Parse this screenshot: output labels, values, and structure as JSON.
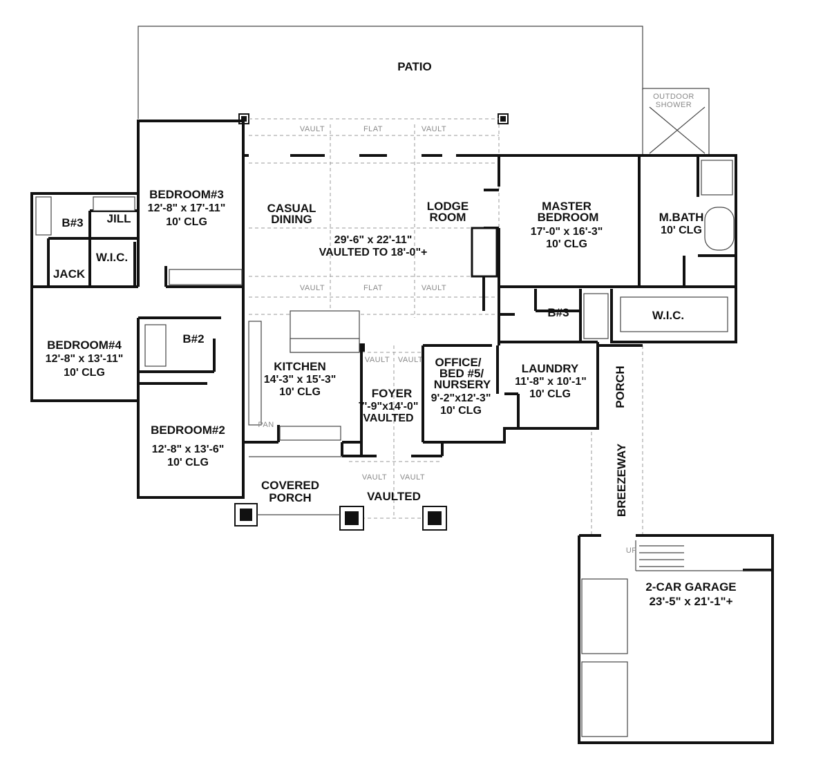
{
  "rooms": {
    "patio": "PATIO",
    "outdoor_shower": [
      "OUTDOOR",
      "SHOWER"
    ],
    "bedroom3": [
      "BEDROOM#3",
      "12'-8\" x 17'-11\"",
      "10' CLG"
    ],
    "bath3_left": "B#3",
    "jill": "JILL",
    "jack": "JACK",
    "wic_left": "W.I.C.",
    "casual_dining": [
      "CASUAL",
      "DINING"
    ],
    "lodge_room": [
      "LODGE",
      "ROOM"
    ],
    "lodge_dims": [
      "29'-6\" x 22'-11\"",
      "VAULTED TO 18'-0\"+"
    ],
    "master_bedroom": [
      "MASTER",
      "BEDROOM",
      "17'-0\" x 16'-3\"",
      "10' CLG"
    ],
    "master_bath": [
      "M.BATH",
      "10' CLG"
    ],
    "wic_master": "W.I.C.",
    "bath3_center": "B#3",
    "bedroom4": [
      "BEDROOM#4",
      "12'-8\" x 13'-11\"",
      "10' CLG"
    ],
    "bath2": "B#2",
    "kitchen": [
      "KITCHEN",
      "14'-3\" x 15'-3\"",
      "10' CLG"
    ],
    "foyer": [
      "FOYER",
      "7'-9\"x14'-0\"",
      "VAULTED"
    ],
    "office": [
      "OFFICE/",
      "BED #5/",
      "NURSERY",
      "9'-2\"x12'-3\"",
      "10' CLG"
    ],
    "laundry": [
      "LAUNDRY",
      "11'-8\" x 10'-1\"",
      "10' CLG"
    ],
    "porch": "PORCH",
    "bedroom2": [
      "BEDROOM#2",
      "12'-8\" x 13'-6\"",
      "10' CLG"
    ],
    "covered_porch": [
      "COVERED",
      "PORCH"
    ],
    "vaulted": "VAULTED",
    "breezeway": "BREEZEWAY",
    "garage": [
      "2-CAR GARAGE",
      "23'-5\" x 21'-1\"+"
    ],
    "pantry": "PAN",
    "stair_up": "UP"
  },
  "ceiling_marks": {
    "vault": "VAULT",
    "flat": "FLAT"
  }
}
